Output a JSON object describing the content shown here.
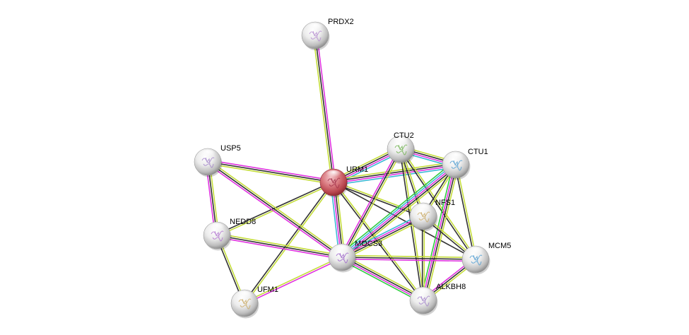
{
  "diagram": {
    "type": "protein-interaction-network",
    "edge_colors": {
      "textmining": "#c4dd3a",
      "coexpression": "#333333",
      "experiments": "#e032e0",
      "databases": "#3cb9d6",
      "neighborhood": "#2ecc40"
    },
    "nodes": [
      {
        "id": "PRDX2",
        "label": "PRDX2",
        "query": false,
        "structure_color": "#b48ad0"
      },
      {
        "id": "URM1",
        "label": "URM1",
        "query": true,
        "structure_color": "#a03048"
      },
      {
        "id": "CTU2",
        "label": "CTU2",
        "query": false,
        "structure_color": "#6bb04a"
      },
      {
        "id": "CTU1",
        "label": "CTU1",
        "query": false,
        "structure_color": "#4a9ad0"
      },
      {
        "id": "USP5",
        "label": "USP5",
        "query": false,
        "structure_color": "#a080c8"
      },
      {
        "id": "NFS1",
        "label": "NFS1",
        "query": false,
        "structure_color": "#c8a860"
      },
      {
        "id": "NEDD8",
        "label": "NEDD8",
        "query": false,
        "structure_color": "#b070d0"
      },
      {
        "id": "MOCS3",
        "label": "MOCS3",
        "query": false,
        "structure_color": "#9a60c8"
      },
      {
        "id": "MCM5",
        "label": "MCM5",
        "query": false,
        "structure_color": "#4a9ad0"
      },
      {
        "id": "ALKBH8",
        "label": "ALKBH8",
        "query": false,
        "structure_color": "#a080c8"
      },
      {
        "id": "UFM1",
        "label": "UFM1",
        "query": false,
        "structure_color": "#c8a860"
      }
    ],
    "edges": [
      {
        "source": "URM1",
        "target": "PRDX2",
        "types": [
          "textmining",
          "coexpression",
          "experiments"
        ]
      },
      {
        "source": "URM1",
        "target": "USP5",
        "types": [
          "textmining",
          "coexpression",
          "experiments"
        ]
      },
      {
        "source": "URM1",
        "target": "CTU2",
        "types": [
          "textmining",
          "coexpression",
          "experiments",
          "databases"
        ]
      },
      {
        "source": "URM1",
        "target": "CTU1",
        "types": [
          "textmining",
          "coexpression",
          "experiments",
          "databases"
        ]
      },
      {
        "source": "URM1",
        "target": "NFS1",
        "types": [
          "textmining",
          "coexpression"
        ]
      },
      {
        "source": "URM1",
        "target": "NEDD8",
        "types": [
          "textmining",
          "coexpression"
        ]
      },
      {
        "source": "URM1",
        "target": "MOCS3",
        "types": [
          "textmining",
          "coexpression",
          "experiments",
          "databases"
        ]
      },
      {
        "source": "URM1",
        "target": "MCM5",
        "types": [
          "coexpression"
        ]
      },
      {
        "source": "URM1",
        "target": "ALKBH8",
        "types": [
          "textmining",
          "coexpression"
        ]
      },
      {
        "source": "URM1",
        "target": "UFM1",
        "types": [
          "textmining",
          "coexpression"
        ]
      },
      {
        "source": "USP5",
        "target": "NEDD8",
        "types": [
          "textmining",
          "coexpression",
          "experiments"
        ]
      },
      {
        "source": "USP5",
        "target": "MOCS3",
        "types": [
          "textmining",
          "coexpression",
          "experiments"
        ]
      },
      {
        "source": "NEDD8",
        "target": "MOCS3",
        "types": [
          "textmining",
          "coexpression",
          "experiments"
        ]
      },
      {
        "source": "NEDD8",
        "target": "UFM1",
        "types": [
          "textmining",
          "coexpression"
        ]
      },
      {
        "source": "UFM1",
        "target": "MOCS3",
        "types": [
          "textmining",
          "experiments"
        ]
      },
      {
        "source": "CTU2",
        "target": "CTU1",
        "types": [
          "textmining",
          "coexpression",
          "experiments",
          "databases"
        ]
      },
      {
        "source": "CTU2",
        "target": "MOCS3",
        "types": [
          "textmining",
          "coexpression",
          "experiments"
        ]
      },
      {
        "source": "CTU2",
        "target": "NFS1",
        "types": [
          "textmining",
          "coexpression"
        ]
      },
      {
        "source": "CTU2",
        "target": "MCM5",
        "types": [
          "textmining",
          "coexpression"
        ]
      },
      {
        "source": "CTU2",
        "target": "ALKBH8",
        "types": [
          "textmining",
          "coexpression"
        ]
      },
      {
        "source": "CTU1",
        "target": "MOCS3",
        "types": [
          "textmining",
          "coexpression",
          "experiments",
          "databases",
          "neighborhood"
        ]
      },
      {
        "source": "CTU1",
        "target": "NFS1",
        "types": [
          "textmining",
          "coexpression"
        ]
      },
      {
        "source": "CTU1",
        "target": "MCM5",
        "types": [
          "textmining",
          "coexpression"
        ]
      },
      {
        "source": "CTU1",
        "target": "ALKBH8",
        "types": [
          "textmining",
          "coexpression",
          "experiments",
          "neighborhood"
        ]
      },
      {
        "source": "NFS1",
        "target": "MOCS3",
        "types": [
          "textmining",
          "coexpression",
          "experiments",
          "databases"
        ]
      },
      {
        "source": "NFS1",
        "target": "MCM5",
        "types": [
          "textmining",
          "coexpression"
        ]
      },
      {
        "source": "NFS1",
        "target": "ALKBH8",
        "types": [
          "textmining",
          "coexpression"
        ]
      },
      {
        "source": "MOCS3",
        "target": "MCM5",
        "types": [
          "textmining",
          "coexpression",
          "experiments"
        ]
      },
      {
        "source": "MOCS3",
        "target": "ALKBH8",
        "types": [
          "textmining",
          "coexpression",
          "experiments",
          "neighborhood"
        ]
      },
      {
        "source": "MCM5",
        "target": "ALKBH8",
        "types": [
          "textmining",
          "coexpression",
          "experiments"
        ]
      }
    ]
  }
}
